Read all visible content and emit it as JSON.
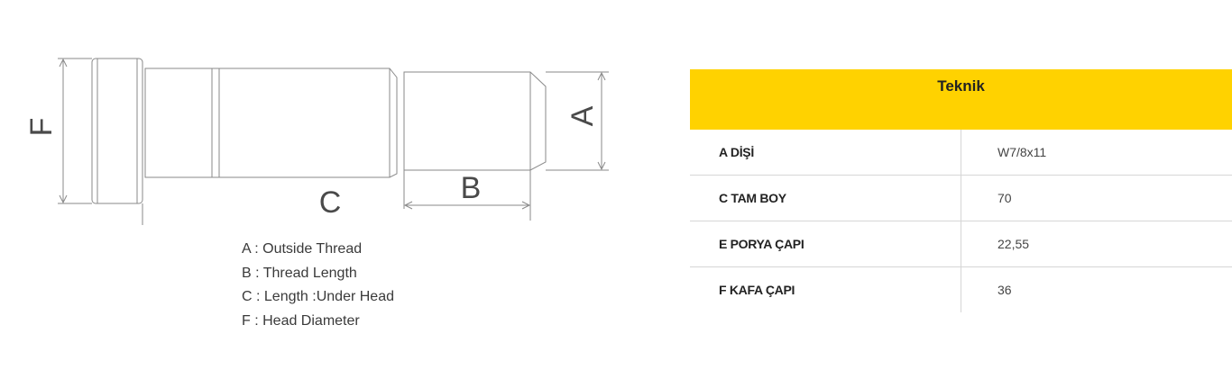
{
  "diagram": {
    "dim_labels": {
      "F": "F",
      "C": "C",
      "B": "B",
      "A": "A"
    }
  },
  "legend": [
    "A : Outside Thread",
    "B : Thread Length",
    "C : Length :Under Head",
    "F : Head Diameter"
  ],
  "table": {
    "header": "Teknik",
    "header_color": "#ffd200",
    "rows": [
      {
        "key": "A DİŞİ",
        "value": "W7/8x11"
      },
      {
        "key": "C TAM BOY",
        "value": "70"
      },
      {
        "key": "E PORYA ÇAPI",
        "value": "22,55"
      },
      {
        "key": "F KAFA ÇAPI",
        "value": "36"
      }
    ]
  }
}
